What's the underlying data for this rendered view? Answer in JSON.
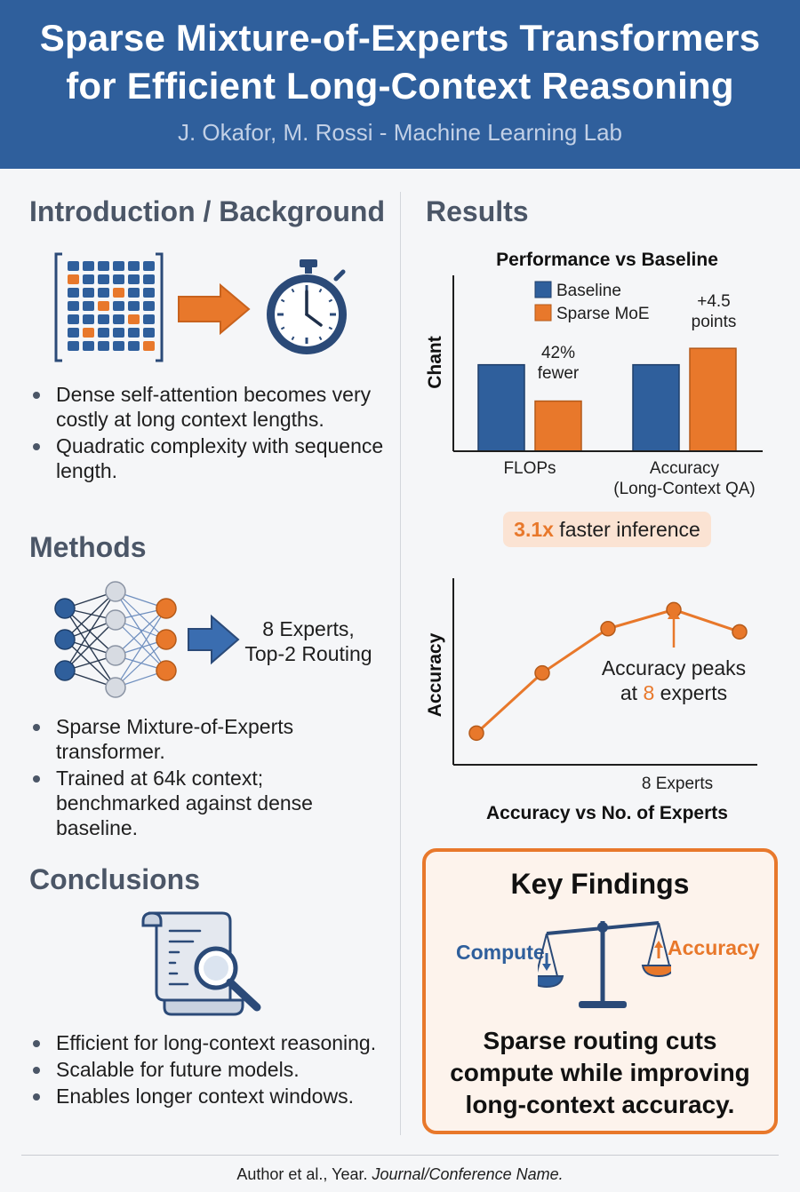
{
  "header": {
    "title_line1": "Sparse Mixture-of-Experts Transformers",
    "title_line2": "for Efficient Long-Context Reasoning",
    "authors": "J. Okafor, M. Rossi - Machine Learning Lab"
  },
  "introduction": {
    "title": "Introduction / Background",
    "bullets": [
      "Dense self-attention becomes very costly at long context lengths.",
      "Quadratic complexity with sequence length."
    ]
  },
  "methods": {
    "title": "Methods",
    "diagram_label_line1": "8 Experts,",
    "diagram_label_line2": "Top-2 Routing",
    "bullets": [
      "Sparse Mixture-of-Experts transformer.",
      "Trained at 64k context; benchmarked against dense baseline."
    ]
  },
  "conclusions": {
    "title": "Conclusions",
    "bullets": [
      "Efficient for long-context reasoning.",
      "Scalable for future models.",
      "Enables longer context windows."
    ]
  },
  "results": {
    "title": "Results",
    "speedup_value": "3.1x",
    "speedup_text": " faster inference"
  },
  "chart_data": [
    {
      "type": "bar",
      "title": "Performance vs Baseline",
      "ylabel": "Chant",
      "categories": [
        "FLOPs",
        "Accuracy"
      ],
      "category_sublabels": [
        "",
        "(Long-Context QA)"
      ],
      "series": [
        {
          "name": "Baseline",
          "color": "#2f5f9c",
          "values": [
            1.0,
            1.0
          ]
        },
        {
          "name": "Sparse MoE",
          "color": "#e8782b",
          "values": [
            0.58,
            1.19
          ]
        }
      ],
      "annotations": [
        {
          "line1": "42%",
          "line2": "fewer"
        },
        {
          "line1": "+4.5",
          "line2": "points"
        }
      ],
      "grid": false,
      "legend": "top-center"
    },
    {
      "type": "line",
      "title": "Accuracy vs No. of Experts",
      "ylabel": "Accuracy",
      "x_tick_label": "8 Experts",
      "x": [
        1,
        2,
        3,
        4,
        5
      ],
      "values": [
        0.2,
        0.58,
        0.86,
        0.98,
        0.84
      ],
      "ylim": [
        0,
        1.1
      ],
      "annotation_line1": "Accuracy peaks",
      "annotation_pre": "at ",
      "annotation_num": "8",
      "annotation_post": " experts",
      "color": "#e8782b",
      "grid": false
    }
  ],
  "key_findings": {
    "title": "Key Findings",
    "compute_label": "Compute",
    "accuracy_label": "Accuracy",
    "text_line1": "Sparse routing cuts",
    "text_line2": "compute while improving",
    "text_line3": "long-context accuracy."
  },
  "footer": {
    "citation": "Author et al., Year. ",
    "journal": "Journal/Conference Name."
  }
}
